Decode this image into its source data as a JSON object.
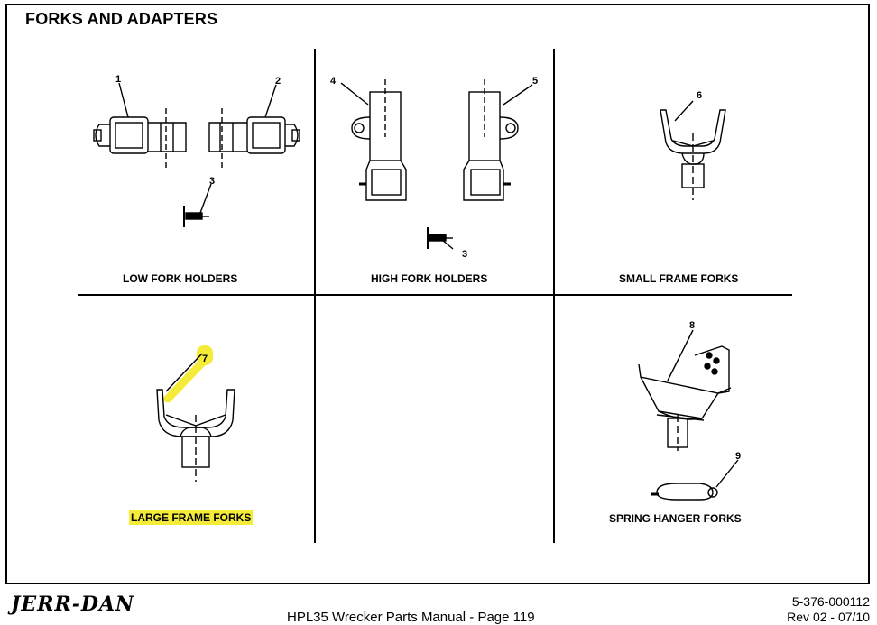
{
  "page": {
    "title": "FORKS AND ADAPTERS"
  },
  "panels": {
    "low_fork_holders": {
      "caption": "LOW FORK HOLDERS",
      "callouts": [
        "1",
        "2",
        "3"
      ]
    },
    "high_fork_holders": {
      "caption": "HIGH FORK HOLDERS",
      "callouts": [
        "4",
        "5",
        "3"
      ]
    },
    "small_frame_forks": {
      "caption": "SMALL FRAME FORKS",
      "callouts": [
        "6"
      ]
    },
    "large_frame_forks": {
      "caption": "LARGE FRAME FORKS",
      "callouts": [
        "7"
      ]
    },
    "spring_hanger_forks": {
      "caption": "SPRING HANGER  FORKS",
      "callouts": [
        "8",
        "9"
      ]
    }
  },
  "footer": {
    "logo": "JERR-DAN",
    "manual": "HPL35 Wrecker Parts Manual  -  Page 119",
    "doc_number": "5-376-000112",
    "revision": "Rev 02 - 07/10"
  },
  "colors": {
    "highlight": "#f5ec3a",
    "ink": "#000000"
  }
}
